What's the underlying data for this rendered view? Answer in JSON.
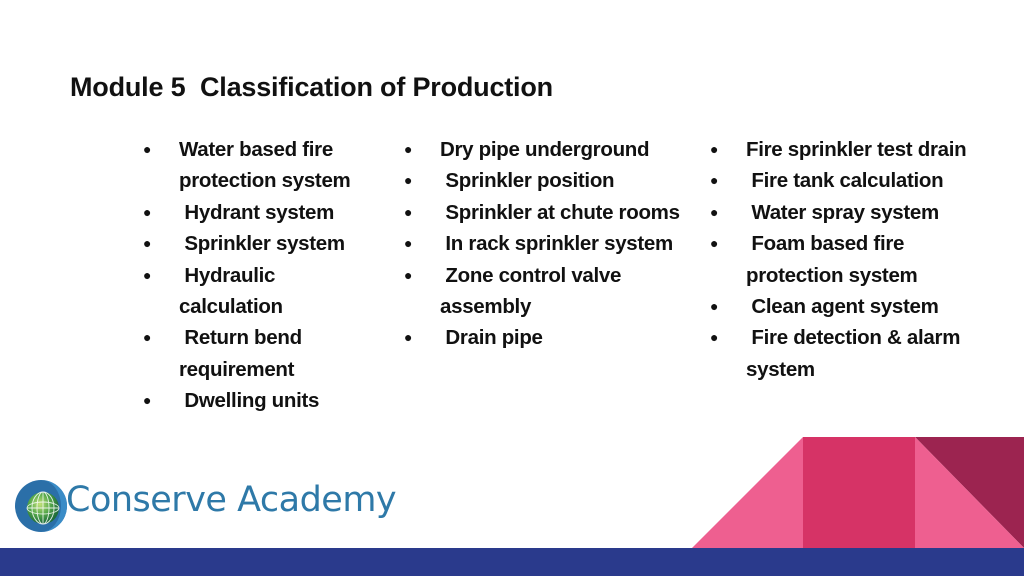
{
  "title": "Module 5  Classification of Production",
  "bullet_glyph": "●",
  "columns": [
    {
      "items": [
        "Water based fire protection system",
        " Hydrant system",
        " Sprinkler system",
        " Hydraulic calculation",
        " Return bend requirement",
        " Dwelling units"
      ]
    },
    {
      "items": [
        "Dry pipe underground",
        " Sprinkler position",
        " Sprinkler at chute rooms",
        " In rack sprinkler system",
        " Zone control valve assembly",
        " Drain pipe"
      ]
    },
    {
      "items": [
        "Fire sprinkler test drain",
        " Fire tank calculation",
        " Water spray system",
        " Foam based fire protection system",
        " Clean agent system",
        " Fire detection & alarm system"
      ]
    }
  ],
  "logo": {
    "text": "Conserve Academy",
    "icon": "globe-icon"
  },
  "colors": {
    "band": "#2a3a8c",
    "pink_light": "#ee5f90",
    "pink_mid": "#d63366",
    "maroon": "#9c2450",
    "logo_text": "#2e79a8"
  }
}
